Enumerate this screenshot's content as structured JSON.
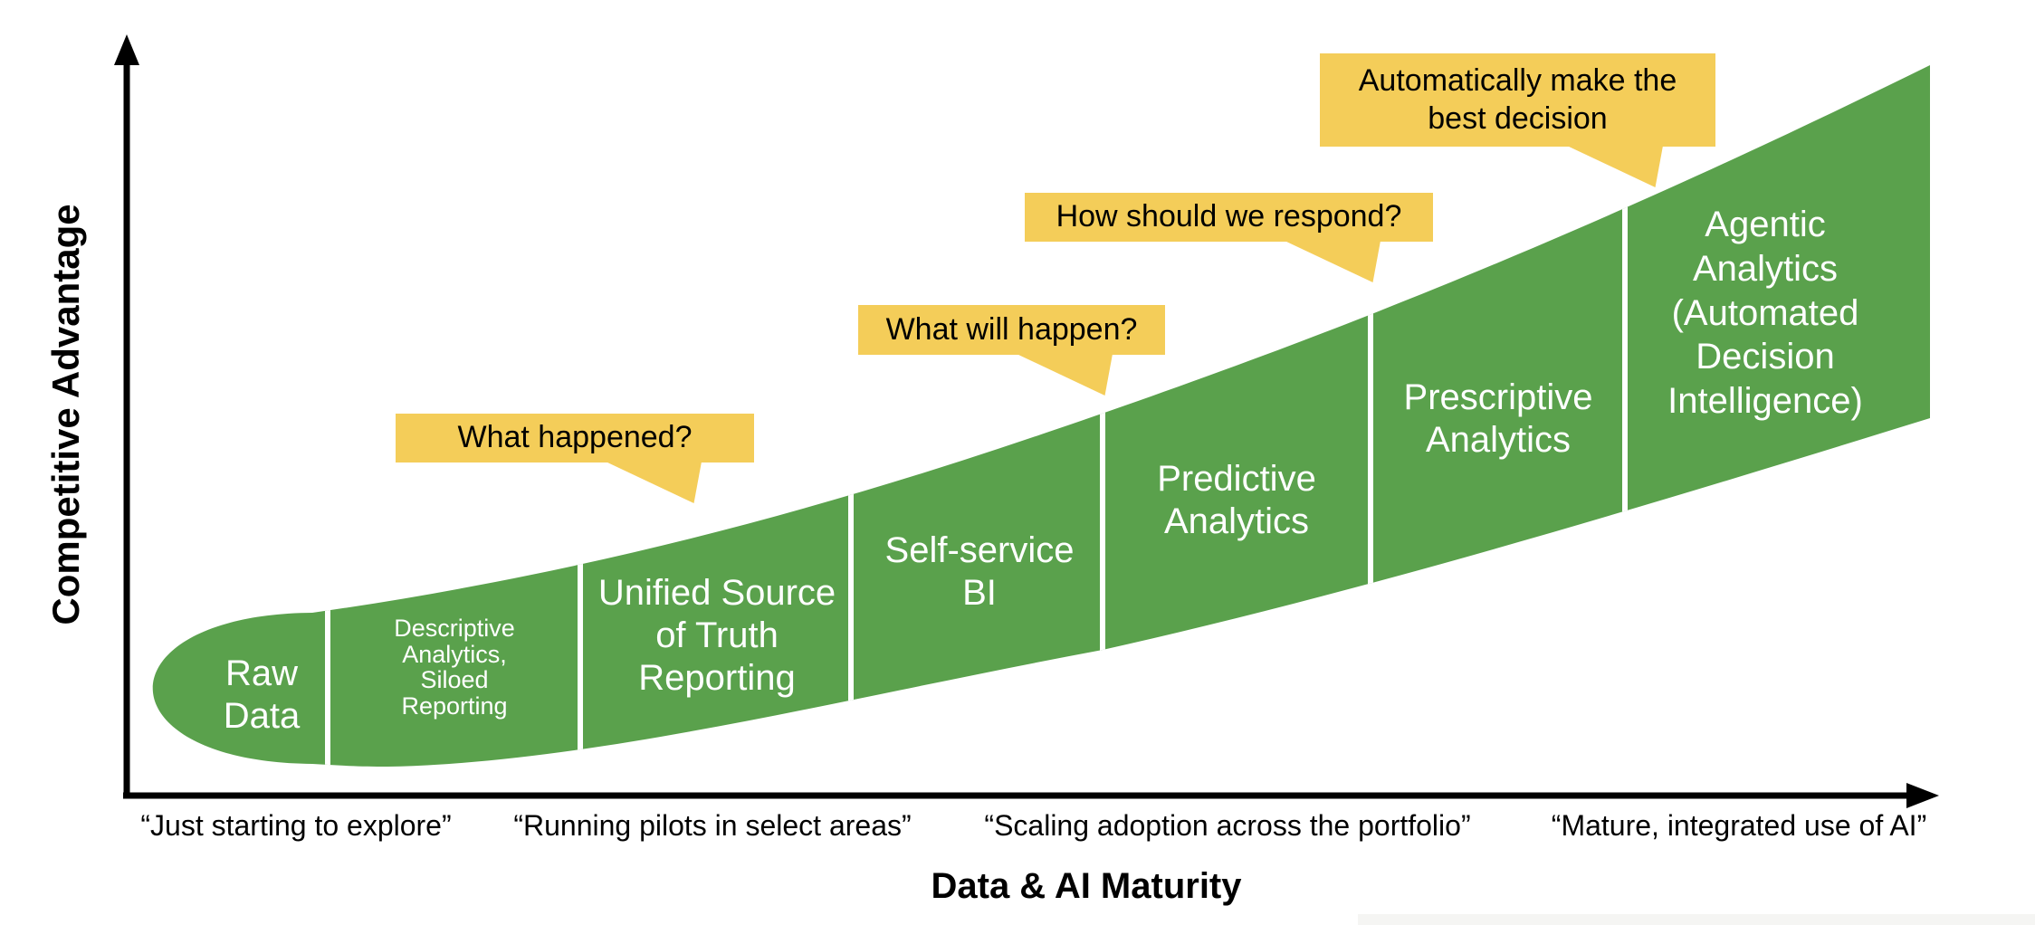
{
  "diagram": {
    "y_axis_label": "Competitive Advantage",
    "x_axis_label": "Data & AI Maturity",
    "maturity_quotes": [
      "“Just starting to explore”",
      "“Running pilots in select areas”",
      "“Scaling adoption across the portfolio”",
      "“Mature, integrated use of AI”"
    ],
    "callouts": [
      "What happened?",
      "What will happen?",
      "How should we respond?",
      "Automatically make the\nbest decision"
    ],
    "segments": [
      "Raw\nData",
      "Descriptive\nAnalytics,\nSiloed\nReporting",
      "Unified Source\nof Truth\nReporting",
      "Self-service\nBI",
      "Predictive\nAnalytics",
      "Prescriptive\nAnalytics",
      "Agentic\nAnalytics\n(Automated\nDecision\nIntelligence)"
    ],
    "colors": {
      "curve_green": "#5aa14c",
      "callout_yellow": "#f4cd59",
      "axis_black": "#000000",
      "label_white": "#ffffff"
    }
  }
}
